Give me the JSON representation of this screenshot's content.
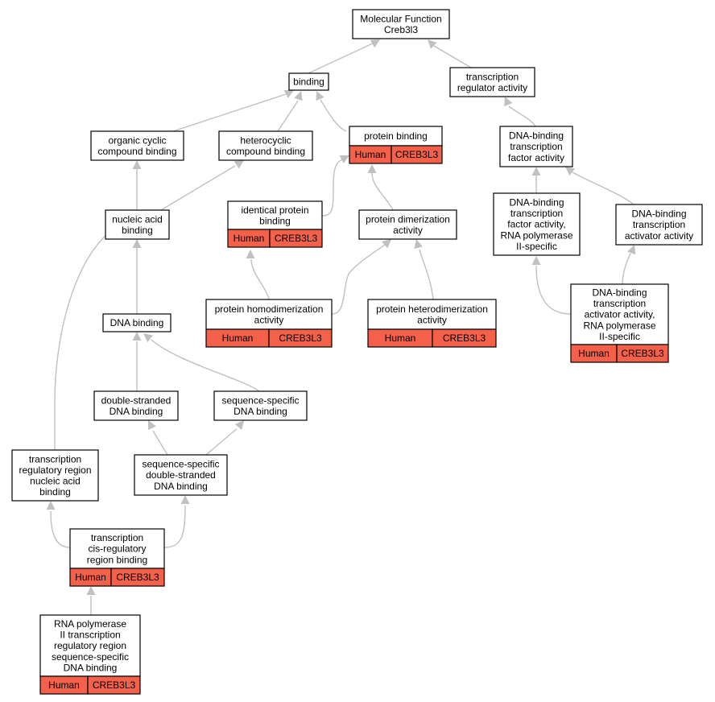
{
  "colors": {
    "annotation_fill": "#f4604a",
    "edge": "#c0c0c0"
  },
  "nodes": {
    "molecular_function": {
      "lines": [
        "Molecular Function",
        "Creb3l3"
      ]
    },
    "binding": {
      "lines": [
        "binding"
      ]
    },
    "transcription_regulator_activity": {
      "lines": [
        "transcription",
        "regulator activity"
      ]
    },
    "organic_cyclic_compound_binding": {
      "lines": [
        "organic cyclic",
        "compound binding"
      ]
    },
    "heterocyclic_compound_binding": {
      "lines": [
        "heterocyclic",
        "compound binding"
      ]
    },
    "protein_binding": {
      "lines": [
        "protein binding"
      ],
      "annotation": [
        "Human",
        "CREB3L3"
      ]
    },
    "dbtf_activity": {
      "lines": [
        "DNA-binding",
        "transcription",
        "factor activity"
      ]
    },
    "nucleic_acid_binding": {
      "lines": [
        "nucleic acid",
        "binding"
      ]
    },
    "identical_protein_binding": {
      "lines": [
        "identical protein",
        "binding"
      ],
      "annotation": [
        "Human",
        "CREB3L3"
      ]
    },
    "protein_dimerization_activity": {
      "lines": [
        "protein dimerization",
        "activity"
      ]
    },
    "dbtf_activity_rnap2": {
      "lines": [
        "DNA-binding",
        "transcription",
        "factor activity,",
        "RNA polymerase",
        "II-specific"
      ]
    },
    "dbt_activator_activity": {
      "lines": [
        "DNA-binding",
        "transcription",
        "activator activity"
      ]
    },
    "protein_homodimerization_activity": {
      "lines": [
        "protein homodimerization",
        "activity"
      ],
      "annotation": [
        "Human",
        "CREB3L3"
      ]
    },
    "protein_heterodimerization_activity": {
      "lines": [
        "protein heterodimerization",
        "activity"
      ],
      "annotation": [
        "Human",
        "CREB3L3"
      ]
    },
    "dbt_activator_activity_rnap2": {
      "lines": [
        "DNA-binding",
        "transcription",
        "activator activity,",
        "RNA polymerase",
        "II-specific"
      ],
      "annotation": [
        "Human",
        "CREB3L3"
      ]
    },
    "dna_binding": {
      "lines": [
        "DNA binding"
      ]
    },
    "double_stranded_dna_binding": {
      "lines": [
        "double-stranded",
        "DNA binding"
      ]
    },
    "sequence_specific_dna_binding": {
      "lines": [
        "sequence-specific",
        "DNA binding"
      ]
    },
    "transcription_regulatory_region_nab": {
      "lines": [
        "transcription",
        "regulatory region",
        "nucleic acid",
        "binding"
      ]
    },
    "seq_specific_ds_dna_binding": {
      "lines": [
        "sequence-specific",
        "double-stranded",
        "DNA binding"
      ]
    },
    "transcription_cis_regulatory_region_binding": {
      "lines": [
        "transcription",
        "cis-regulatory",
        "region binding"
      ],
      "annotation": [
        "Human",
        "CREB3L3"
      ]
    },
    "rnap2_trr_ss_dna_binding": {
      "lines": [
        "RNA polymerase",
        "II transcription",
        "regulatory region",
        "sequence-specific",
        "DNA binding"
      ],
      "annotation": [
        "Human",
        "CREB3L3"
      ]
    }
  }
}
